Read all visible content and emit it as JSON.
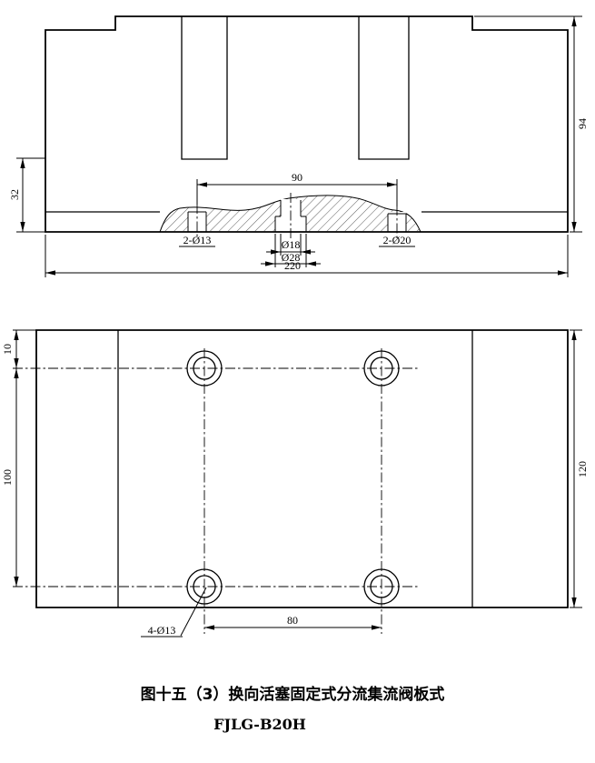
{
  "front_view": {
    "dim_height_total": "94",
    "dim_step_height": "32",
    "dim_hole_span": "90",
    "label_holes_left": "2-Ø13",
    "label_hole_center_inner": "Ø18",
    "label_hole_center_outer": "Ø28",
    "label_holes_right": "2-Ø20",
    "dim_width_total": "220"
  },
  "plan_view": {
    "dim_edge_to_hole": "10",
    "dim_hole_spacing_vertical": "100",
    "dim_height_total": "120",
    "dim_hole_spacing_horizontal": "80",
    "label_mounting_holes": "4-Ø13"
  },
  "caption": {
    "title": "图十五（3）换向活塞固定式分流集流阀板式",
    "model": "FJLG-B20H"
  }
}
